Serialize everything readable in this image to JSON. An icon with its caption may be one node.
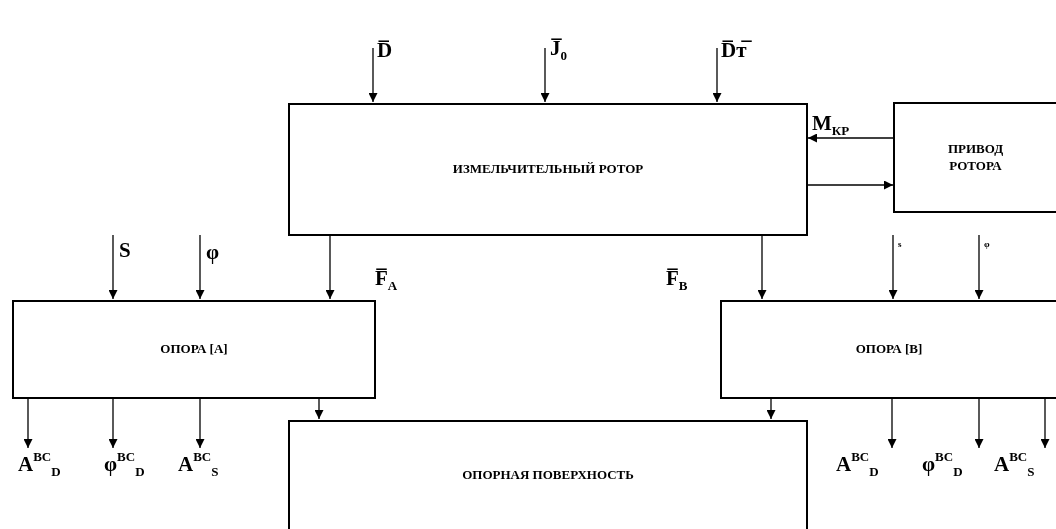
{
  "diagram": {
    "nodes": [
      {
        "text": [
          "ИЗМЕЛЬЧИТЕЛЬНЫЙ РОТОР"
        ]
      },
      {
        "text": [
          "ПРИВОД РОТОРА"
        ]
      },
      {
        "text": [
          "ОПОРА  [А]"
        ]
      },
      {
        "text": [
          "ОПОРА  [В]"
        ]
      },
      {
        "text": [
          "ОПОРНАЯ ПОВЕРХНОСТЬ"
        ]
      },
      {
        "text": [
          "A$^{BC}$$_{D}$"
        ]
      },
      {
        "text": [
          "φ$^{BC}$$_{D}$"
        ]
      },
      {
        "text": [
          "A$^{BC}$$_{S}$"
        ]
      },
      {
        "text": [
          "A$^{BC}$$_{D}$"
        ]
      },
      {
        "text": [
          "φ$^{BC}$$_{D}$"
        ]
      },
      {
        "text": [
          "A$^{BC}$$_{S}$"
        ]
      }
    ],
    "edges": [
      {
        "from": null,
        "to": 0,
        "arrow": "to",
        "label": "D̅"
      },
      {
        "from": null,
        "to": 0,
        "arrow": "to",
        "label": "J̅$_{0}$"
      },
      {
        "from": null,
        "to": 0,
        "arrow": "to",
        "label": "D̅т̅"
      },
      {
        "from": 1,
        "to": 0,
        "arrow": "to",
        "label": "M$_{КР}$"
      },
      {
        "from": 0,
        "to": 1,
        "arrow": "to"
      },
      {
        "from": null,
        "to": 2,
        "arrow": "to",
        "label": "S"
      },
      {
        "from": null,
        "to": 2,
        "arrow": "to",
        "label": "φ"
      },
      {
        "from": 0,
        "to": 2,
        "arrow": "to",
        "label": "F̅$_{A}$"
      },
      {
        "from": 0,
        "to": 3,
        "arrow": "to",
        "label": "F̅$_{B}$"
      },
      {
        "from": null,
        "to": 3,
        "arrow": "to",
        "label": "s"
      },
      {
        "from": null,
        "to": 3,
        "arrow": "to",
        "label": "φ"
      },
      {
        "from": 2,
        "to": 5,
        "arrow": "to"
      },
      {
        "from": 2,
        "to": 6,
        "arrow": "to"
      },
      {
        "from": 2,
        "to": 7,
        "arrow": "to"
      },
      {
        "from": 2,
        "to": 4,
        "arrow": "to"
      },
      {
        "from": 3,
        "to": 4,
        "arrow": "to"
      },
      {
        "from": 3,
        "to": 8,
        "arrow": "to"
      },
      {
        "from": 3,
        "to": 9,
        "arrow": "to"
      },
      {
        "from": 3,
        "to": 10,
        "arrow": "to"
      }
    ]
  }
}
